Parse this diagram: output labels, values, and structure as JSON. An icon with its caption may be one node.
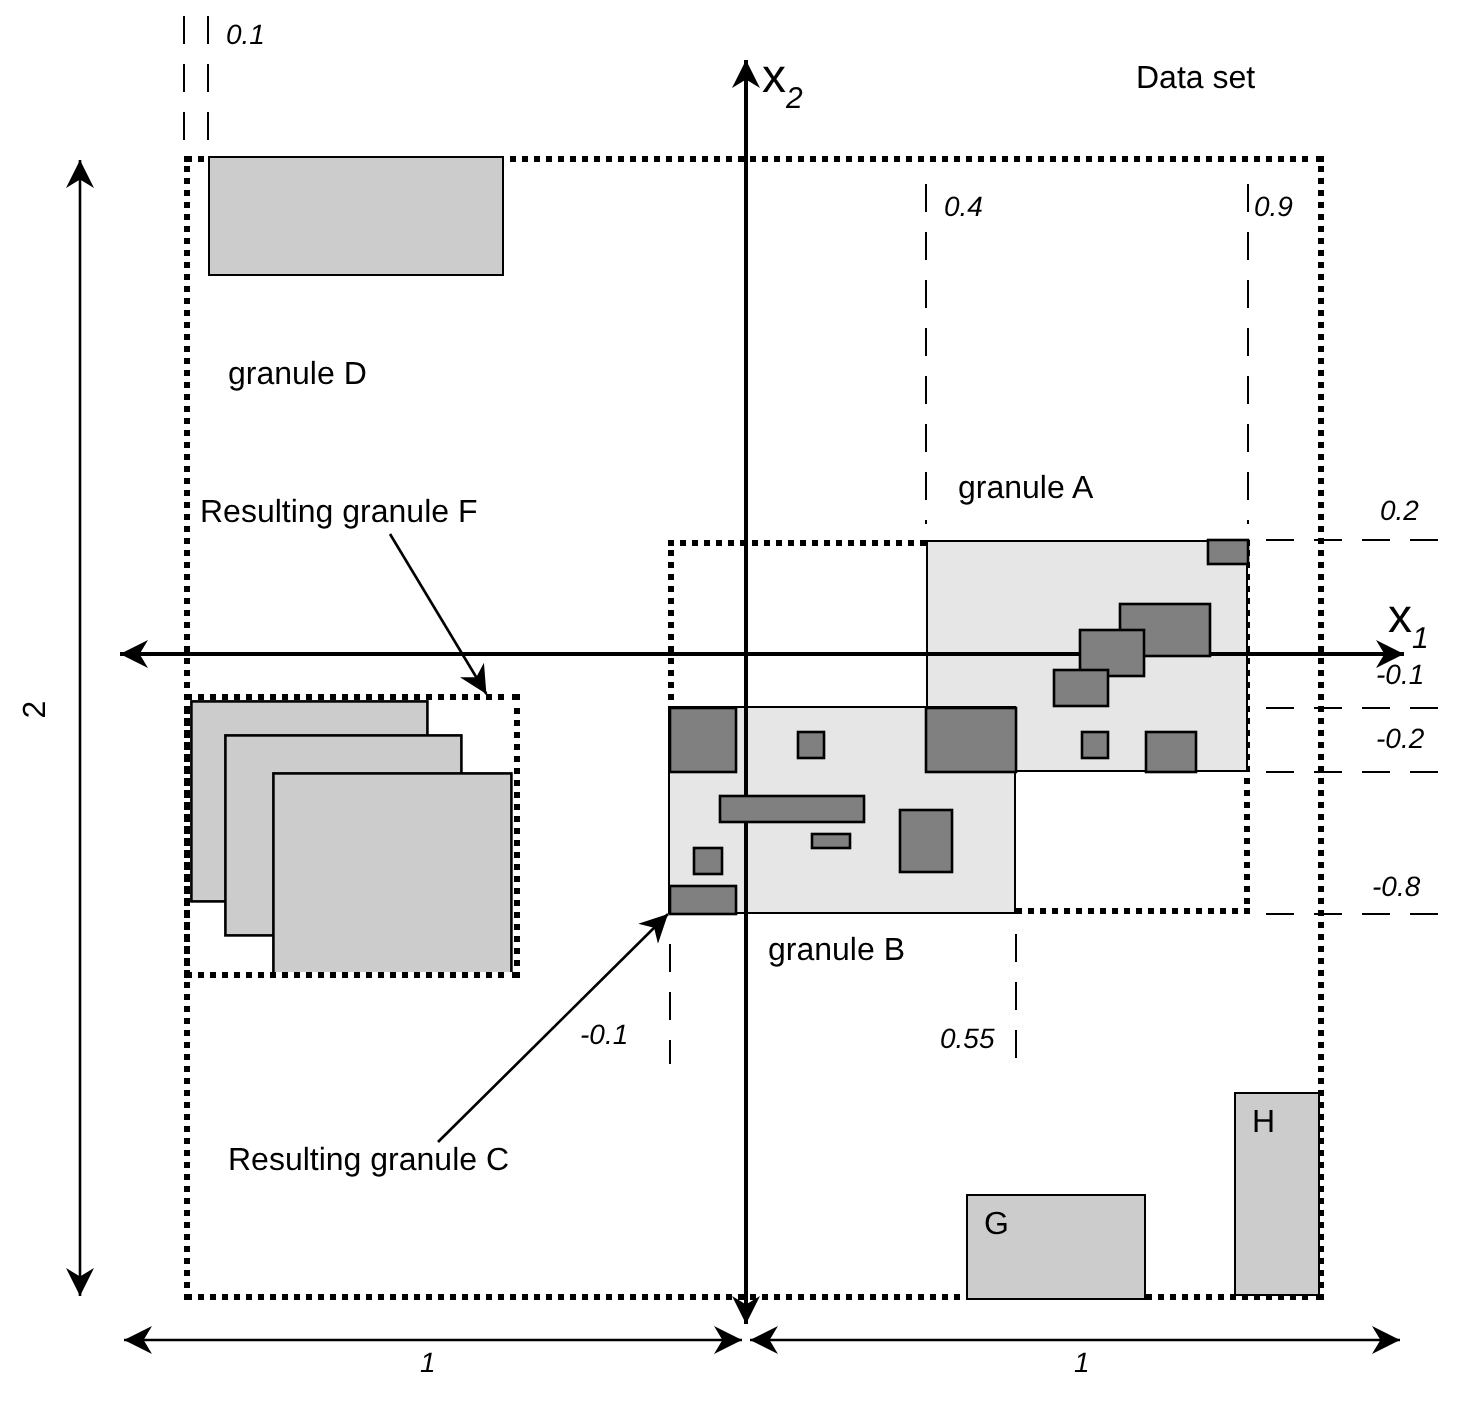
{
  "diagram": {
    "nodes": [
      {
        "text": [
          "Data set"
        ]
      },
      {
        "text": [
          "granule D"
        ],
        "in": 0
      },
      {
        "text": [],
        "shape": "box",
        "in": 0
      },
      {
        "text": [
          "granule A"
        ],
        "in": 2
      },
      {
        "text": [
          "granule B"
        ],
        "in": 2
      },
      {
        "text": [
          "Resulting granule F"
        ],
        "in": 0
      },
      {
        "text": [],
        "shape": "box",
        "in": 0
      },
      {
        "text": [
          "Resulting granule C"
        ],
        "in": 0
      },
      {
        "text": [
          "G"
        ],
        "in": 0
      },
      {
        "text": [
          "H"
        ],
        "in": 0
      }
    ],
    "edges": [
      {
        "from": 5,
        "to": 6,
        "arrow": "to"
      },
      {
        "from": 7,
        "to": 2,
        "arrow": "to"
      }
    ],
    "labels": [
      "0.1",
      "x$_{2}$",
      "0.4",
      "0.9",
      "0.2",
      "x$_{1}$",
      "-0.1",
      "-0.2",
      "-0.8",
      "2",
      "-0.1",
      "0.55",
      "1",
      "1"
    ]
  }
}
